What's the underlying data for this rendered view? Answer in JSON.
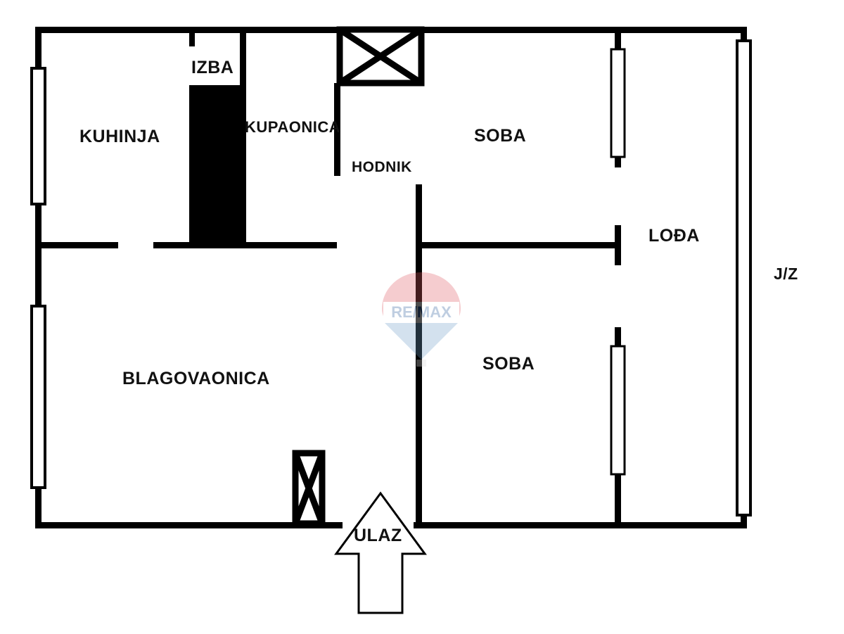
{
  "document": {
    "type": "floor-plan",
    "title": "Apartment floor plan",
    "background_color": "#ffffff",
    "wall_color": "#000000",
    "label_color": "#111111"
  },
  "rooms": [
    {
      "id": "kuhinja",
      "label": "KUHINJA"
    },
    {
      "id": "izba",
      "label": "IZBA"
    },
    {
      "id": "kupaonica",
      "label": "KUPAONICA"
    },
    {
      "id": "hodnik",
      "label": "HODNIK"
    },
    {
      "id": "soba-north",
      "label": "SOBA"
    },
    {
      "id": "loda",
      "label": "LOĐA"
    },
    {
      "id": "soba-south",
      "label": "SOBA"
    },
    {
      "id": "blagovaonica",
      "label": "BLAGOVAONICA"
    }
  ],
  "annotations": {
    "orientation": "J/Z",
    "entrance": "ULAZ"
  },
  "watermark": {
    "brand": "RE/MAX",
    "top_band_color": "#e8a0a4",
    "cone_color": "#a8bfd6",
    "text_color": "#8ba4c4"
  }
}
